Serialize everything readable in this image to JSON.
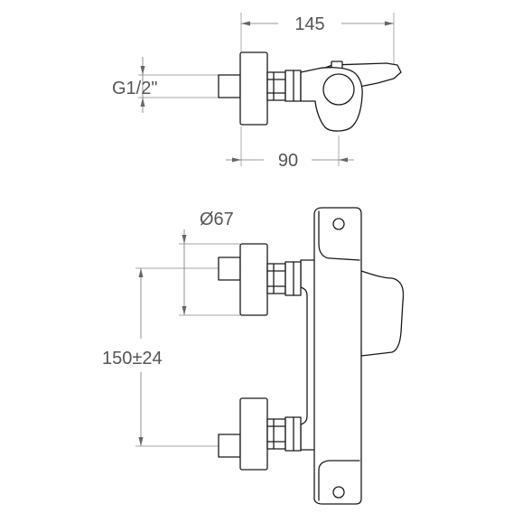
{
  "dimensions": {
    "top_width": "145",
    "pipe_thread": "G1/2\"",
    "body_depth": "90",
    "flange_diameter": "Ø67",
    "inlet_spacing": "150±24"
  }
}
